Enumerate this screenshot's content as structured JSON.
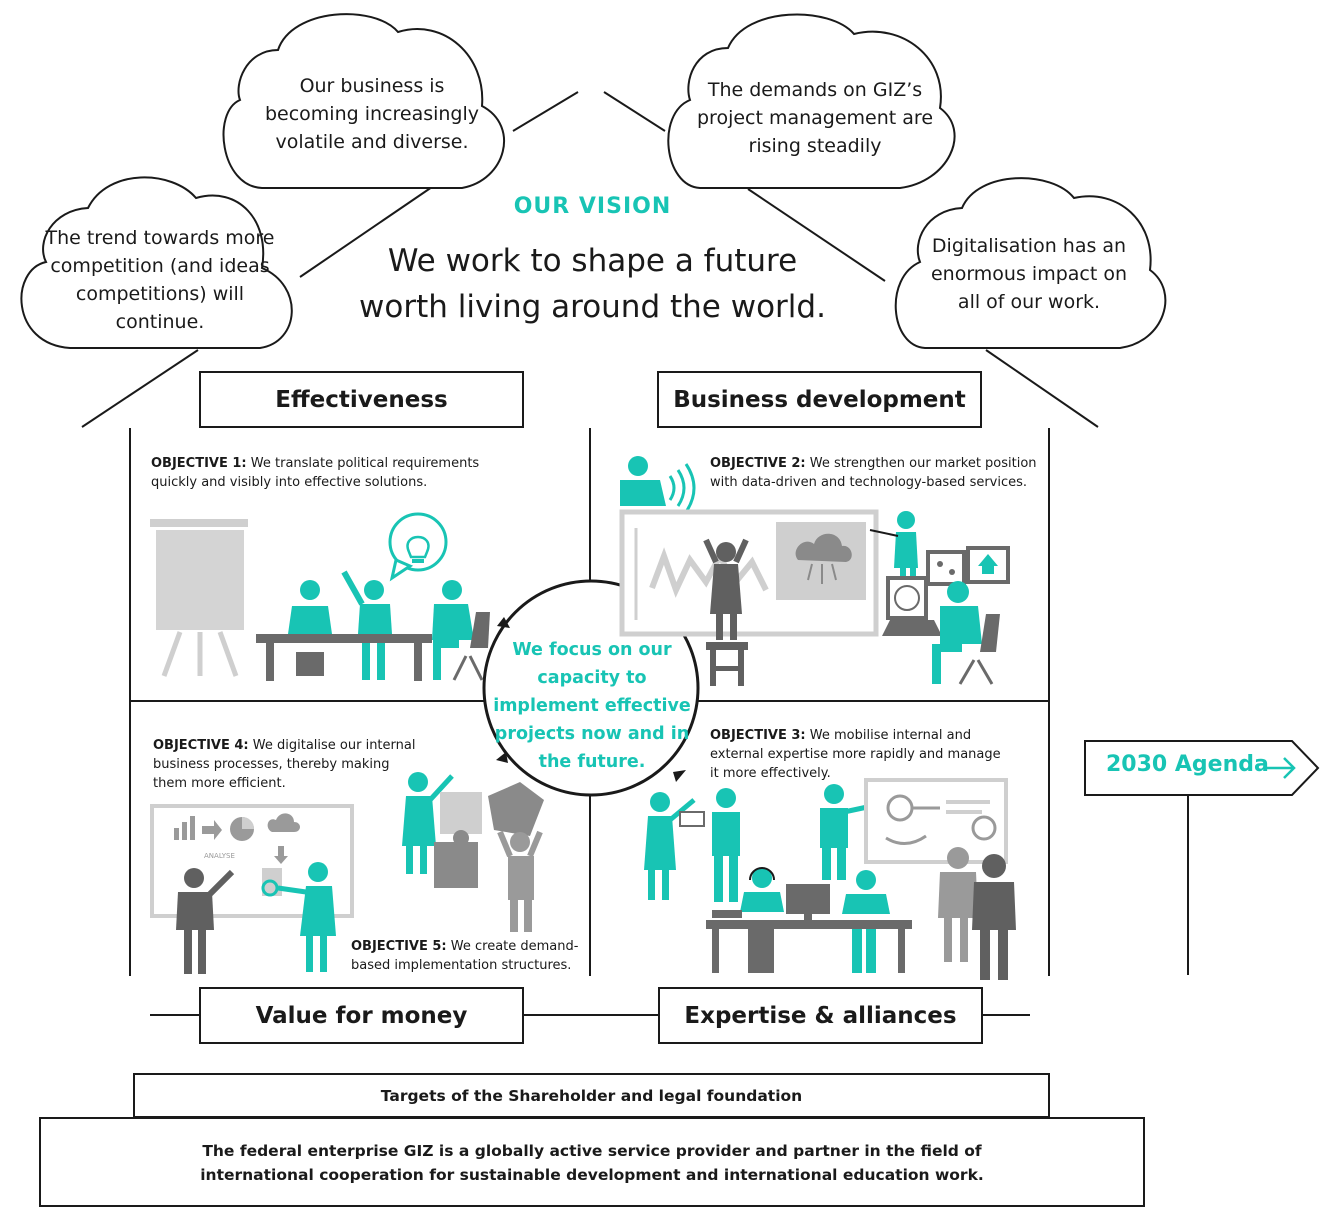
{
  "clouds": {
    "left": "The trend towards more competition (and ideas competitions) will continue.",
    "top_left": "Our business is becoming increasingly volatile and diverse.",
    "top_right": "The demands on GIZ’s project management are rising steadily",
    "right": "Digitalisation has an enormous impact on all of our work."
  },
  "vision": {
    "label": "OUR VISION",
    "line1": "We work to shape a future",
    "line2": "worth living around the world."
  },
  "pillars": {
    "effectiveness": "Effectiveness",
    "business_development": "Business development",
    "value_for_money": "Value for money",
    "expertise_alliances": "Expertise & alliances"
  },
  "objectives": {
    "o1": {
      "label": "OBJECTIVE 1:",
      "text": " We translate political requirements quickly and visibly into effective solutions."
    },
    "o2": {
      "label": "OBJECTIVE 2:",
      "text": " We strengthen our market position with data-driven and technology-based services."
    },
    "o3": {
      "label": "OBJECTIVE 3:",
      "text": " We mobilise internal and external expertise more rapidly and manage it more effectively."
    },
    "o4": {
      "label": "OBJECTIVE 4:",
      "text": " We digitalise our internal business processes, thereby making them more efficient."
    },
    "o5": {
      "label": "OBJECTIVE 5:",
      "text": " We create demand-based implementation structures."
    }
  },
  "center": "We focus on our capacity to implement effective projects now and in the future.",
  "agenda": "2030 Agenda",
  "analyse_label": "ANALYSE",
  "base": {
    "targets": "Targets of the Shareholder and legal foundation",
    "foundation_line1": "The federal enterprise GIZ is a globally active service provider and partner in the field of",
    "foundation_line2": "international cooperation for sustainable development and international education work."
  },
  "colors": {
    "accent": "#18c4b4",
    "dark_grey": "#606060",
    "mid_grey": "#9a9a9a",
    "light_grey": "#cfcfcf",
    "ink": "#1a1a1a"
  }
}
